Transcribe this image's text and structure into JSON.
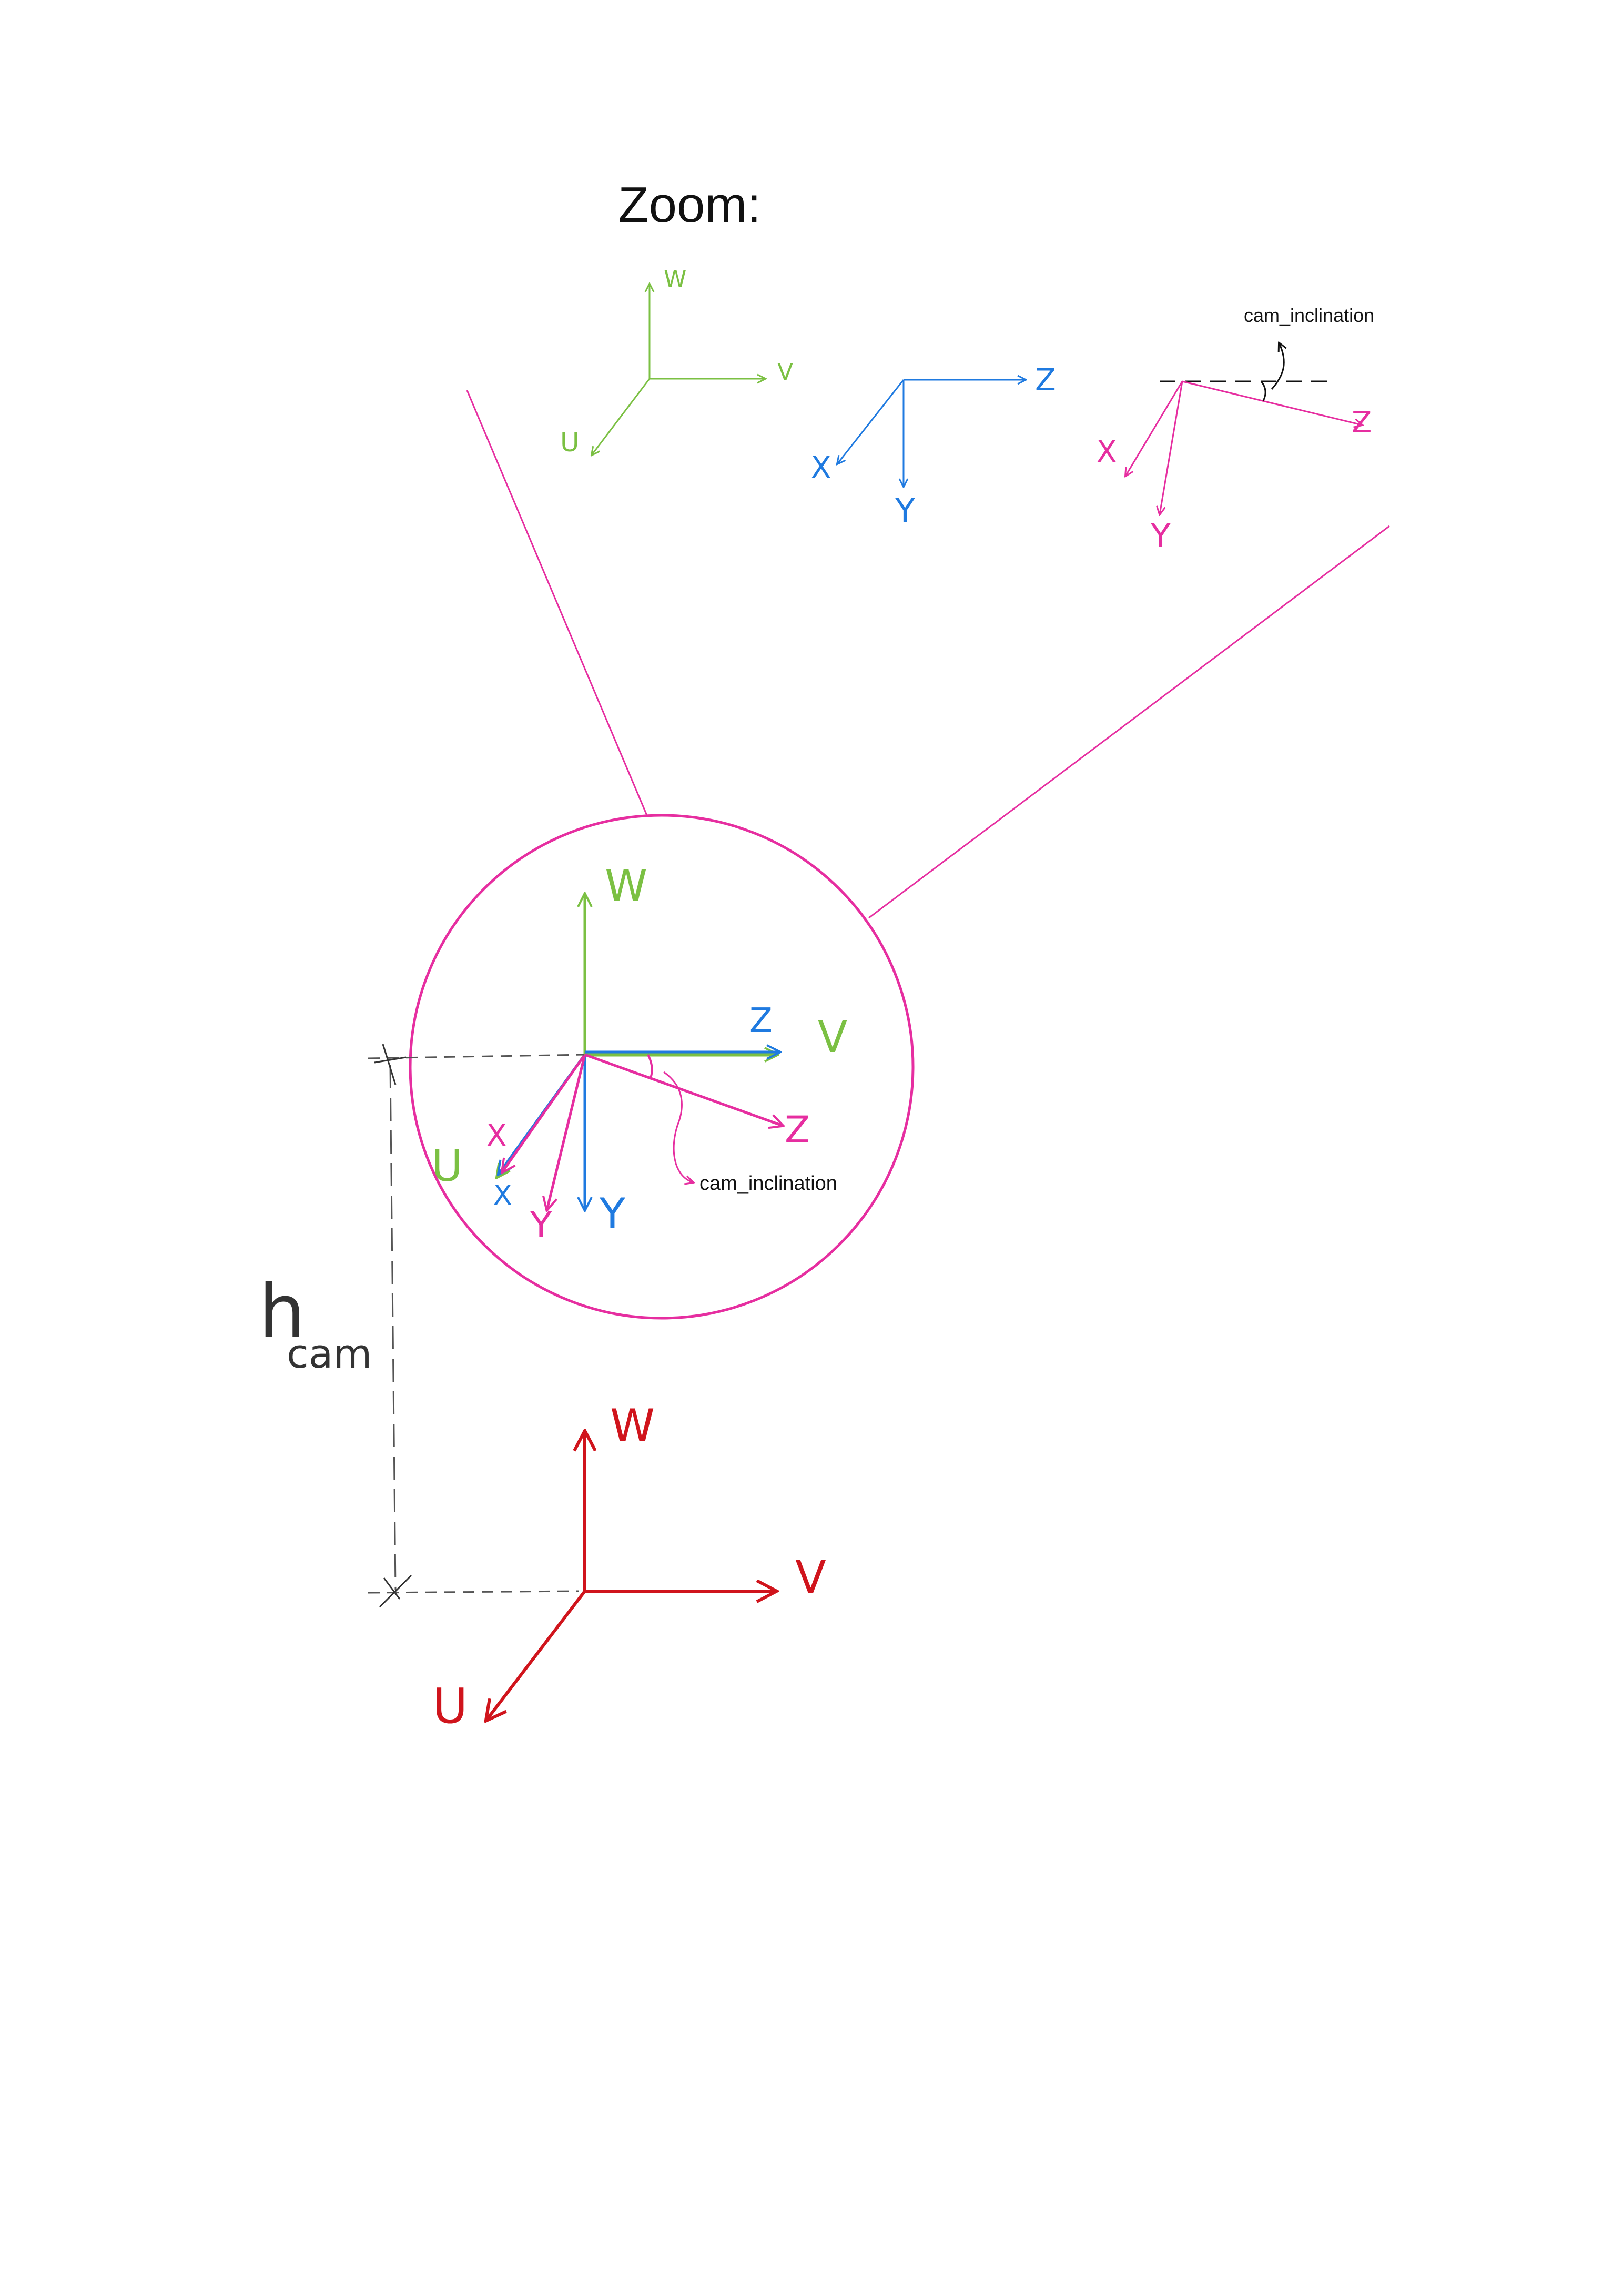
{
  "title": "Zoom:",
  "colors": {
    "green": "#7bc043",
    "blue": "#1f7ae0",
    "pink": "#e62ea0",
    "red": "#d0141c",
    "black": "#111111",
    "gray": "#555555"
  },
  "zoom_panel": {
    "world_frame": {
      "w": "W",
      "v": "V",
      "u": "U"
    },
    "camera_frame_level": {
      "z": "Z",
      "x": "X",
      "y": "Y"
    },
    "camera_frame_inclined": {
      "z": "Z",
      "x": "X",
      "y": "Y",
      "angle_label": "cam_inclination"
    }
  },
  "zoom_circle": {
    "world": {
      "w": "W",
      "v": "V",
      "u": "U"
    },
    "level": {
      "z": "Z",
      "x": "X",
      "y": "Y"
    },
    "inclined": {
      "z": "Z",
      "x": "X",
      "y": "Y"
    },
    "angle_label": "cam_inclination"
  },
  "ground_frame": {
    "w": "W",
    "v": "V",
    "u": "U"
  },
  "height_label": {
    "main": "h",
    "sub": "cam"
  }
}
